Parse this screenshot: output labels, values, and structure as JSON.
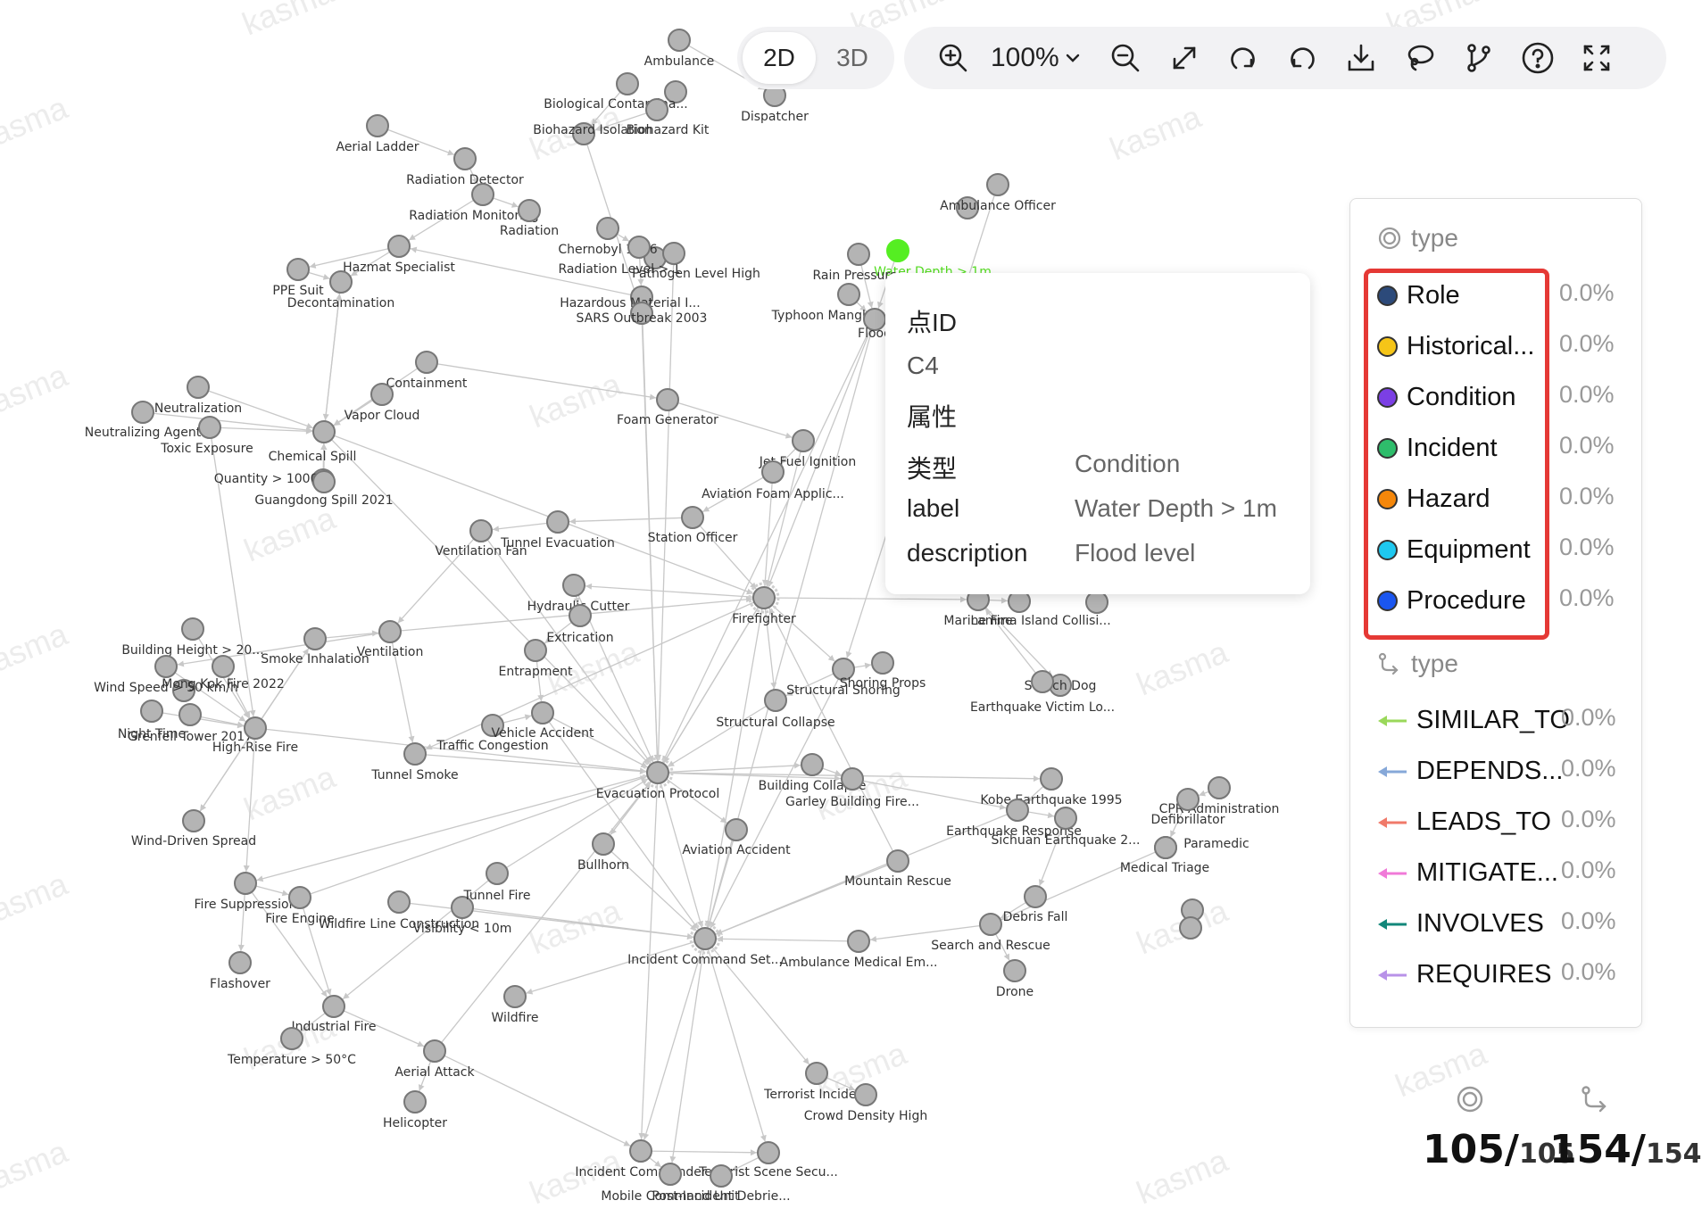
{
  "watermark": "kasma",
  "view_modes": [
    "2D",
    "3D"
  ],
  "active_mode": "2D",
  "toolbar": {
    "zoom_level": "100%",
    "icons": [
      "zoom-in-icon",
      "zoom-out-icon",
      "fit-view-icon",
      "rotate-cw-icon",
      "rotate-ccw-icon",
      "download-icon",
      "lasso-icon",
      "branch-icon",
      "help-icon",
      "fullscreen-icon"
    ]
  },
  "graph": {
    "nodes": [
      {
        "label": "Ambulance",
        "highlight": false
      },
      {
        "label": "Biological Contamina...",
        "highlight": false
      },
      {
        "label": "Biohazard Kit",
        "highlight": false
      },
      {
        "label": "Biohazard Isolation",
        "highlight": false
      },
      {
        "label": "Dispatcher",
        "highlight": false
      },
      {
        "label": "Aerial Ladder",
        "highlight": false
      },
      {
        "label": "Radiation Detector",
        "highlight": false
      },
      {
        "label": "Radiation Monitoring",
        "highlight": false
      },
      {
        "label": "Radiation",
        "highlight": false
      },
      {
        "label": "Chernobyl 1986",
        "highlight": false
      },
      {
        "label": "Radiation Level > 1",
        "highlight": false
      },
      {
        "label": "Pathogen Level High",
        "highlight": false
      },
      {
        "label": "Hazardous Material I...",
        "highlight": false
      },
      {
        "label": "SARS Outbreak 2003",
        "highlight": false
      },
      {
        "label": "Ambulance Officer",
        "highlight": false
      },
      {
        "label": "Hazmat Specialist",
        "highlight": false
      },
      {
        "label": "PPE Suit",
        "highlight": false
      },
      {
        "label": "Decontamination",
        "highlight": false
      },
      {
        "label": "Water Depth > 1m",
        "highlight": true
      },
      {
        "label": "Rain Pressure",
        "highlight": false
      },
      {
        "label": "Typhoon Mangkhut",
        "highlight": false
      },
      {
        "label": "Flood",
        "highlight": false
      },
      {
        "label": "Containment",
        "highlight": false
      },
      {
        "label": "Neutralization",
        "highlight": false
      },
      {
        "label": "Vapor Cloud",
        "highlight": false
      },
      {
        "label": "Neutralizing Agent",
        "highlight": false
      },
      {
        "label": "Toxic Exposure",
        "highlight": false
      },
      {
        "label": "Chemical Spill",
        "highlight": false
      },
      {
        "label": "Quantity > 1000L",
        "highlight": false
      },
      {
        "label": "Guangdong Spill 2021",
        "highlight": false
      },
      {
        "label": "Foam Generator",
        "highlight": false
      },
      {
        "label": "Jet Fuel Ignition",
        "highlight": false
      },
      {
        "label": "Aviation Foam Applic...",
        "highlight": false
      },
      {
        "label": "Ventilation Fan",
        "highlight": false
      },
      {
        "label": "Tunnel Evacuation",
        "highlight": false
      },
      {
        "label": "Station Officer",
        "highlight": false
      },
      {
        "label": "Hydraulic Cutter",
        "highlight": false
      },
      {
        "label": "Extrication",
        "highlight": false
      },
      {
        "label": "Entrapment",
        "highlight": false
      },
      {
        "label": "Firefighter",
        "highlight": false
      },
      {
        "label": "Marine Fire",
        "highlight": false
      },
      {
        "label": "Lamma Island Collisi...",
        "highlight": false
      },
      {
        "label": "Building Height > 20...",
        "highlight": false
      },
      {
        "label": "Smoke Inhalation",
        "highlight": false
      },
      {
        "label": "Ventilation",
        "highlight": false
      },
      {
        "label": "Wind Speed > 50 km/h",
        "highlight": false
      },
      {
        "label": "Mong Kok Fire 2022",
        "highlight": false
      },
      {
        "label": "Night Time",
        "highlight": false
      },
      {
        "label": "Grenfell Tower 2017",
        "highlight": false
      },
      {
        "label": "High-Rise Fire",
        "highlight": false
      },
      {
        "label": "Traffic Congestion",
        "highlight": false
      },
      {
        "label": "Vehicle Accident",
        "highlight": false
      },
      {
        "label": "Tunnel Smoke",
        "highlight": false
      },
      {
        "label": "Structural Shoring",
        "highlight": false
      },
      {
        "label": "Shoring Props",
        "highlight": false
      },
      {
        "label": "Structural Collapse",
        "highlight": false
      },
      {
        "label": "Search Dog",
        "highlight": false
      },
      {
        "label": "Earthquake Victim Lo...",
        "highlight": false
      },
      {
        "label": "Evacuation Protocol",
        "highlight": false
      },
      {
        "label": "Building Collapse",
        "highlight": false
      },
      {
        "label": "Garley Building Fire...",
        "highlight": false
      },
      {
        "label": "Kobe Earthquake 1995",
        "highlight": false
      },
      {
        "label": "Earthquake Response",
        "highlight": false
      },
      {
        "label": "Sichuan Earthquake 2...",
        "highlight": false
      },
      {
        "label": "CPR Administration",
        "highlight": false
      },
      {
        "label": "Defibrillator",
        "highlight": false
      },
      {
        "label": "Paramedic",
        "highlight": false
      },
      {
        "label": "Medical Triage",
        "highlight": false
      },
      {
        "label": "Wind-Driven Spread",
        "highlight": false
      },
      {
        "label": "Bullhorn",
        "highlight": false
      },
      {
        "label": "Aviation Accident",
        "highlight": false
      },
      {
        "label": "Mountain Rescue",
        "highlight": false
      },
      {
        "label": "Fire Suppression",
        "highlight": false
      },
      {
        "label": "Fire Engine",
        "highlight": false
      },
      {
        "label": "Wildfire Line Construction",
        "highlight": false
      },
      {
        "label": "Visibility < 10m",
        "highlight": false
      },
      {
        "label": "Tunnel Fire",
        "highlight": false
      },
      {
        "label": "Debris Fall",
        "highlight": false
      },
      {
        "label": "Search and Rescue",
        "highlight": false
      },
      {
        "label": "Flashover",
        "highlight": false
      },
      {
        "label": "Incident Command Set...",
        "highlight": false
      },
      {
        "label": "Ambulance Medical Em...",
        "highlight": false
      },
      {
        "label": "Drone",
        "highlight": false
      },
      {
        "label": "Wildfire",
        "highlight": false
      },
      {
        "label": "Industrial Fire",
        "highlight": false
      },
      {
        "label": "Temperature > 50°C",
        "highlight": false
      },
      {
        "label": "Aerial Attack",
        "highlight": false
      },
      {
        "label": "Helicopter",
        "highlight": false
      },
      {
        "label": "Terrorist Incident",
        "highlight": false
      },
      {
        "label": "Crowd Density High",
        "highlight": false
      },
      {
        "label": "Incident Commander",
        "highlight": false
      },
      {
        "label": "Terrorist Scene Secu...",
        "highlight": false
      },
      {
        "label": "Mobile Command Unit",
        "highlight": false
      },
      {
        "label": "Post-Incident Debrie...",
        "highlight": false
      }
    ]
  },
  "tooltip": {
    "id_label": "点ID",
    "id_value": "C4",
    "attr_heading": "属性",
    "rows": [
      {
        "key": "类型",
        "value": "Condition"
      },
      {
        "key": "label",
        "value": "Water Depth > 1m"
      },
      {
        "key": "description",
        "value": "Flood level"
      }
    ]
  },
  "legend": {
    "node_heading": "type",
    "node_types": [
      {
        "name": "Role",
        "color": "#2c4a7a",
        "pct": "0.0%"
      },
      {
        "name": "Historical...",
        "color": "#f5c518",
        "pct": "0.0%"
      },
      {
        "name": "Condition",
        "color": "#7b3fe4",
        "pct": "0.0%"
      },
      {
        "name": "Incident",
        "color": "#2ebd6b",
        "pct": "0.0%"
      },
      {
        "name": "Hazard",
        "color": "#f5870a",
        "pct": "0.0%"
      },
      {
        "name": "Equipment",
        "color": "#1ec8f0",
        "pct": "0.0%"
      },
      {
        "name": "Procedure",
        "color": "#1a56f0",
        "pct": "0.0%"
      }
    ],
    "edge_heading": "type",
    "edge_types": [
      {
        "name": "SIMILAR_TO",
        "color": "#9ad85a",
        "pct": "0.0%"
      },
      {
        "name": "DEPENDS...",
        "color": "#86a8d8",
        "pct": "0.0%"
      },
      {
        "name": "LEADS_TO",
        "color": "#f07a6a",
        "pct": "0.0%"
      },
      {
        "name": "MITIGATE...",
        "color": "#f07ad8",
        "pct": "0.0%"
      },
      {
        "name": "INVOLVES",
        "color": "#12877a",
        "pct": "0.0%"
      },
      {
        "name": "REQUIRES",
        "color": "#b892e8",
        "pct": "0.0%"
      }
    ]
  },
  "counts": {
    "nodes_visible": "105",
    "nodes_total": "105",
    "edges_visible": "154",
    "edges_total": "154"
  }
}
